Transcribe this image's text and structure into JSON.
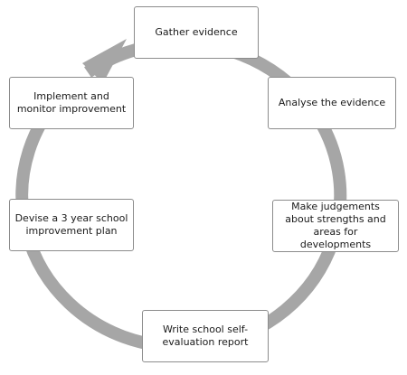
{
  "diagram": {
    "type": "cycle",
    "colors": {
      "ring": "#a6a6a6",
      "box_border": "#8c8c8c",
      "box_fill": "#ffffff",
      "text": "#1a1a1a"
    },
    "steps": [
      {
        "id": "gather",
        "label": "Gather evidence"
      },
      {
        "id": "analyse",
        "label": "Analyse the evidence"
      },
      {
        "id": "judge",
        "label": "Make judgements about strengths and areas for developments"
      },
      {
        "id": "report",
        "label": "Write school self-evaluation report"
      },
      {
        "id": "plan",
        "label": "Devise a 3 year school improvement plan"
      },
      {
        "id": "implement",
        "label": "Implement and monitor improvement"
      }
    ],
    "arrow": {
      "from": "implement",
      "to": "gather"
    }
  }
}
